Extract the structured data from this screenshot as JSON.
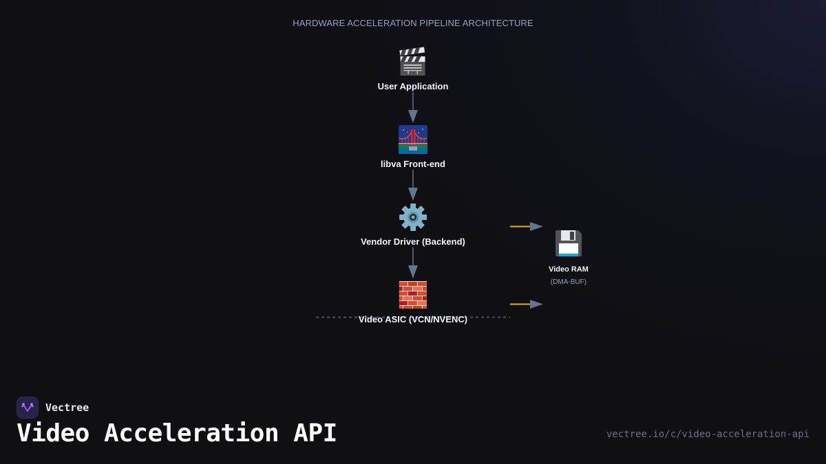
{
  "diagram": {
    "title": "HARDWARE ACCELERATION PIPELINE ARCHITECTURE",
    "nodes": [
      {
        "id": "user-app",
        "label": "User Application",
        "icon": "clapper-board-icon"
      },
      {
        "id": "libva",
        "label": "libva Front-end",
        "icon": "bridge-at-night-icon"
      },
      {
        "id": "vendor-driver",
        "label": "Vendor Driver (Backend)",
        "icon": "gear-icon"
      },
      {
        "id": "video-asic",
        "label": "Video ASIC (VCN/NVENC)",
        "icon": "brick-icon"
      },
      {
        "id": "video-ram",
        "label": "Video RAM",
        "sublabel": "(DMA-BUF)",
        "icon": "floppy-disk-icon"
      }
    ],
    "edges": [
      {
        "from": "user-app",
        "to": "libva",
        "style": "solid",
        "color": "#64748b"
      },
      {
        "from": "libva",
        "to": "vendor-driver",
        "style": "solid",
        "color": "#64748b"
      },
      {
        "from": "vendor-driver",
        "to": "video-asic",
        "style": "solid",
        "color": "#64748b"
      },
      {
        "from": "vendor-driver",
        "to": "video-ram",
        "style": "solid",
        "color": "#eab308"
      },
      {
        "from": "video-asic",
        "to": "video-ram",
        "style": "solid",
        "color": "#eab308"
      }
    ],
    "boundary": {
      "style": "dashed",
      "color": "#475569"
    }
  },
  "brand": {
    "name": "Vectree",
    "accent": "#a855f7"
  },
  "page": {
    "title": "Video Acceleration API",
    "url": "vectree.io/c/video-acceleration-api"
  },
  "colors": {
    "background": "#0f0f14",
    "arrow": "#64748b",
    "highlight_arrow": "#eab308"
  }
}
